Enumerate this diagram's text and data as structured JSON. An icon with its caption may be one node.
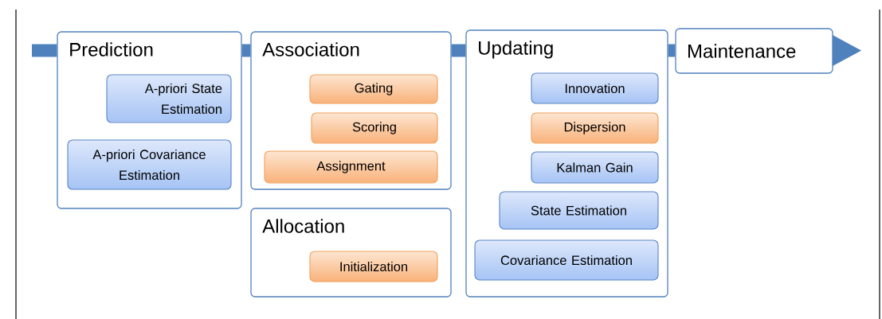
{
  "diagram": {
    "nodes": [
      {
        "text": [
          "Prediction"
        ]
      },
      {
        "text": [
          "A-priori State Estimation"
        ],
        "in": 0
      },
      {
        "text": [
          "A-priori Covariance Estimation"
        ],
        "in": 0
      },
      {
        "text": [
          "Association"
        ]
      },
      {
        "text": [
          "Gating"
        ],
        "in": 3
      },
      {
        "text": [
          "Scoring"
        ],
        "in": 3
      },
      {
        "text": [
          "Assignment"
        ],
        "in": 3
      },
      {
        "text": [
          "Allocation"
        ]
      },
      {
        "text": [
          "Initialization"
        ],
        "in": 7
      },
      {
        "text": [
          "Updating"
        ]
      },
      {
        "text": [
          "Innovation"
        ],
        "in": 9
      },
      {
        "text": [
          "Dispersion"
        ],
        "in": 9
      },
      {
        "text": [
          "Kalman Gain"
        ],
        "in": 9
      },
      {
        "text": [
          "State Estimation"
        ],
        "in": 9
      },
      {
        "text": [
          "Covariance Estimation"
        ],
        "in": 9
      },
      {
        "text": [
          "Maintenance"
        ]
      }
    ],
    "edges": [
      {
        "from": null,
        "to": 0,
        "arrow": "none"
      },
      {
        "from": 0,
        "to": 3,
        "arrow": "none"
      },
      {
        "from": 3,
        "to": 9,
        "arrow": "none"
      },
      {
        "from": 9,
        "to": 15,
        "arrow": "none"
      },
      {
        "from": 15,
        "to": null,
        "arrow": "to"
      }
    ]
  }
}
